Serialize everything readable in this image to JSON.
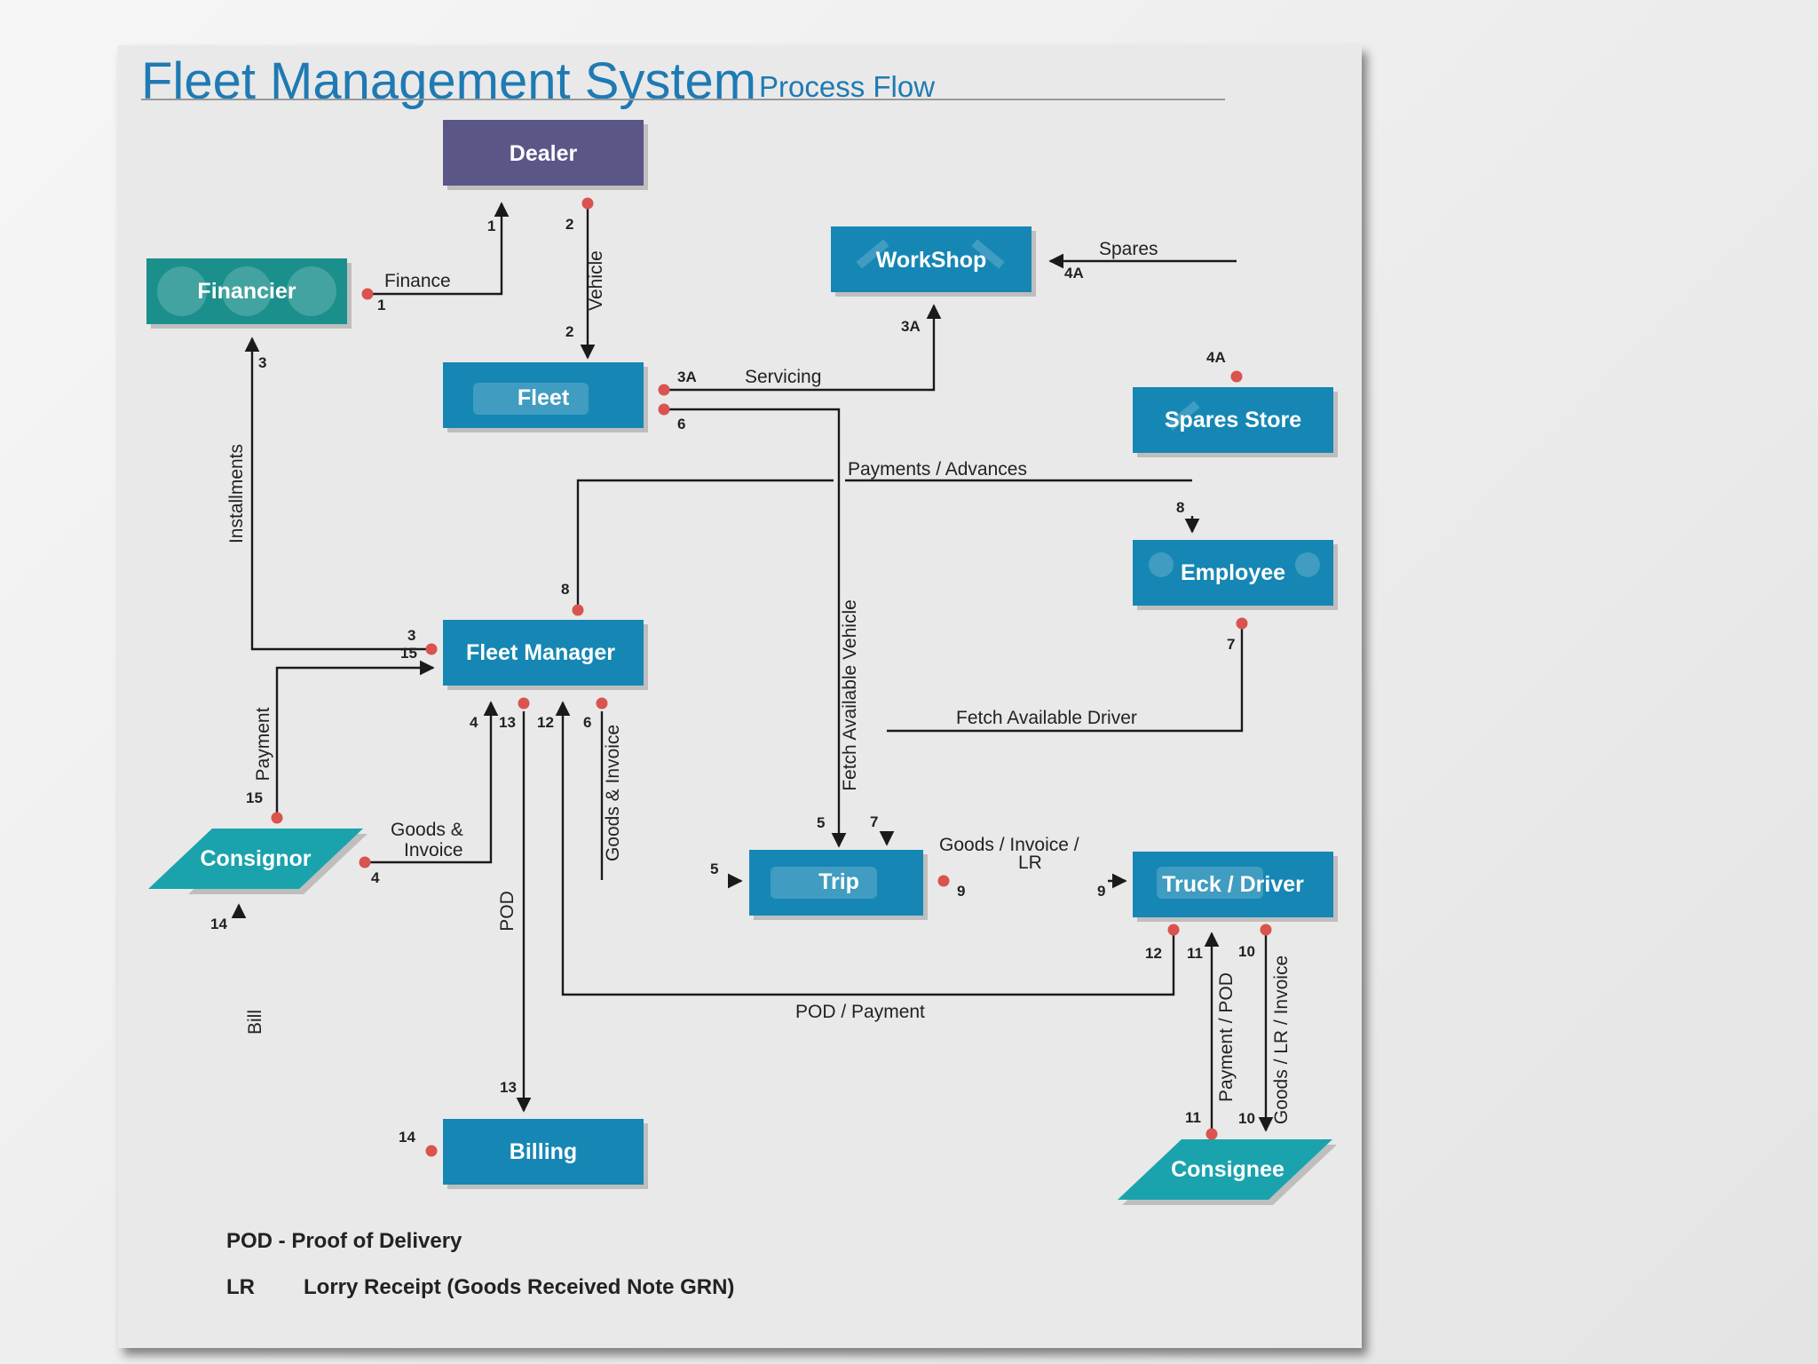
{
  "title": {
    "main": "Fleet Management System",
    "sub": "Process Flow"
  },
  "nodes": {
    "dealer": "Dealer",
    "financier": "Financier",
    "workshop": "WorkShop",
    "fleet": "Fleet",
    "spares_store": "Spares Store",
    "employee": "Employee",
    "fleet_manager": "Fleet Manager",
    "consignor": "Consignor",
    "trip": "Trip",
    "truck_driver": "Truck / Driver",
    "billing": "Billing",
    "consignee": "Consignee"
  },
  "flows": {
    "finance": "Finance",
    "vehicle": "Vehicle",
    "spares": "Spares",
    "servicing": "Servicing",
    "installments": "Installments",
    "payments_advances": "Payments / Advances",
    "payment": "Payment",
    "goods_invoice_consignor_1": "Goods &",
    "goods_invoice_consignor_2": "Invoice",
    "goods_invoice_fm": "Goods & Invoice",
    "fetch_vehicle": "Fetch Available Vehicle",
    "fetch_driver": "Fetch Available Driver",
    "goods_invoice_lr_1": "Goods / Invoice /",
    "goods_invoice_lr_2": "LR",
    "pod": "POD",
    "pod_payment": "POD / Payment",
    "bill": "Bill",
    "payment_pod": "Payment / POD",
    "goods_lr_invoice": "Goods / LR / Invoice"
  },
  "numbers": {
    "n1a": "1",
    "n1b": "1",
    "n2a": "2",
    "n2b": "2",
    "n3a": "3",
    "n3b": "3",
    "n3Aa": "3A",
    "n3Ab": "3A",
    "n4Aa": "4A",
    "n4Ab": "4A",
    "n4": "4",
    "n4b": "4",
    "n5a": "5",
    "n5b": "5",
    "n6": "6",
    "n6b": "6",
    "n7a": "7",
    "n7b": "7",
    "n8a": "8",
    "n8b": "8",
    "n9a": "9",
    "n9b": "9",
    "n10a": "10",
    "n10b": "10",
    "n11a": "11",
    "n11b": "11",
    "n12a": "12",
    "n12b": "12",
    "n13a": "13",
    "n13b": "13",
    "n14a": "14",
    "n14b": "14",
    "n15a": "15",
    "n15b": "15"
  },
  "legend": {
    "pod_line": "POD - Proof of Delivery",
    "lr_abbr": "LR",
    "lr_text": "Lorry Receipt (Goods Received Note GRN)"
  },
  "colors": {
    "title": "#1f7ab3",
    "box_blue": "#1687b4",
    "box_teal": "#1a8f8c",
    "dealer": "#5a5688",
    "consignor_consignee": "#1aa3ad",
    "connector_dot": "#d9534f"
  }
}
